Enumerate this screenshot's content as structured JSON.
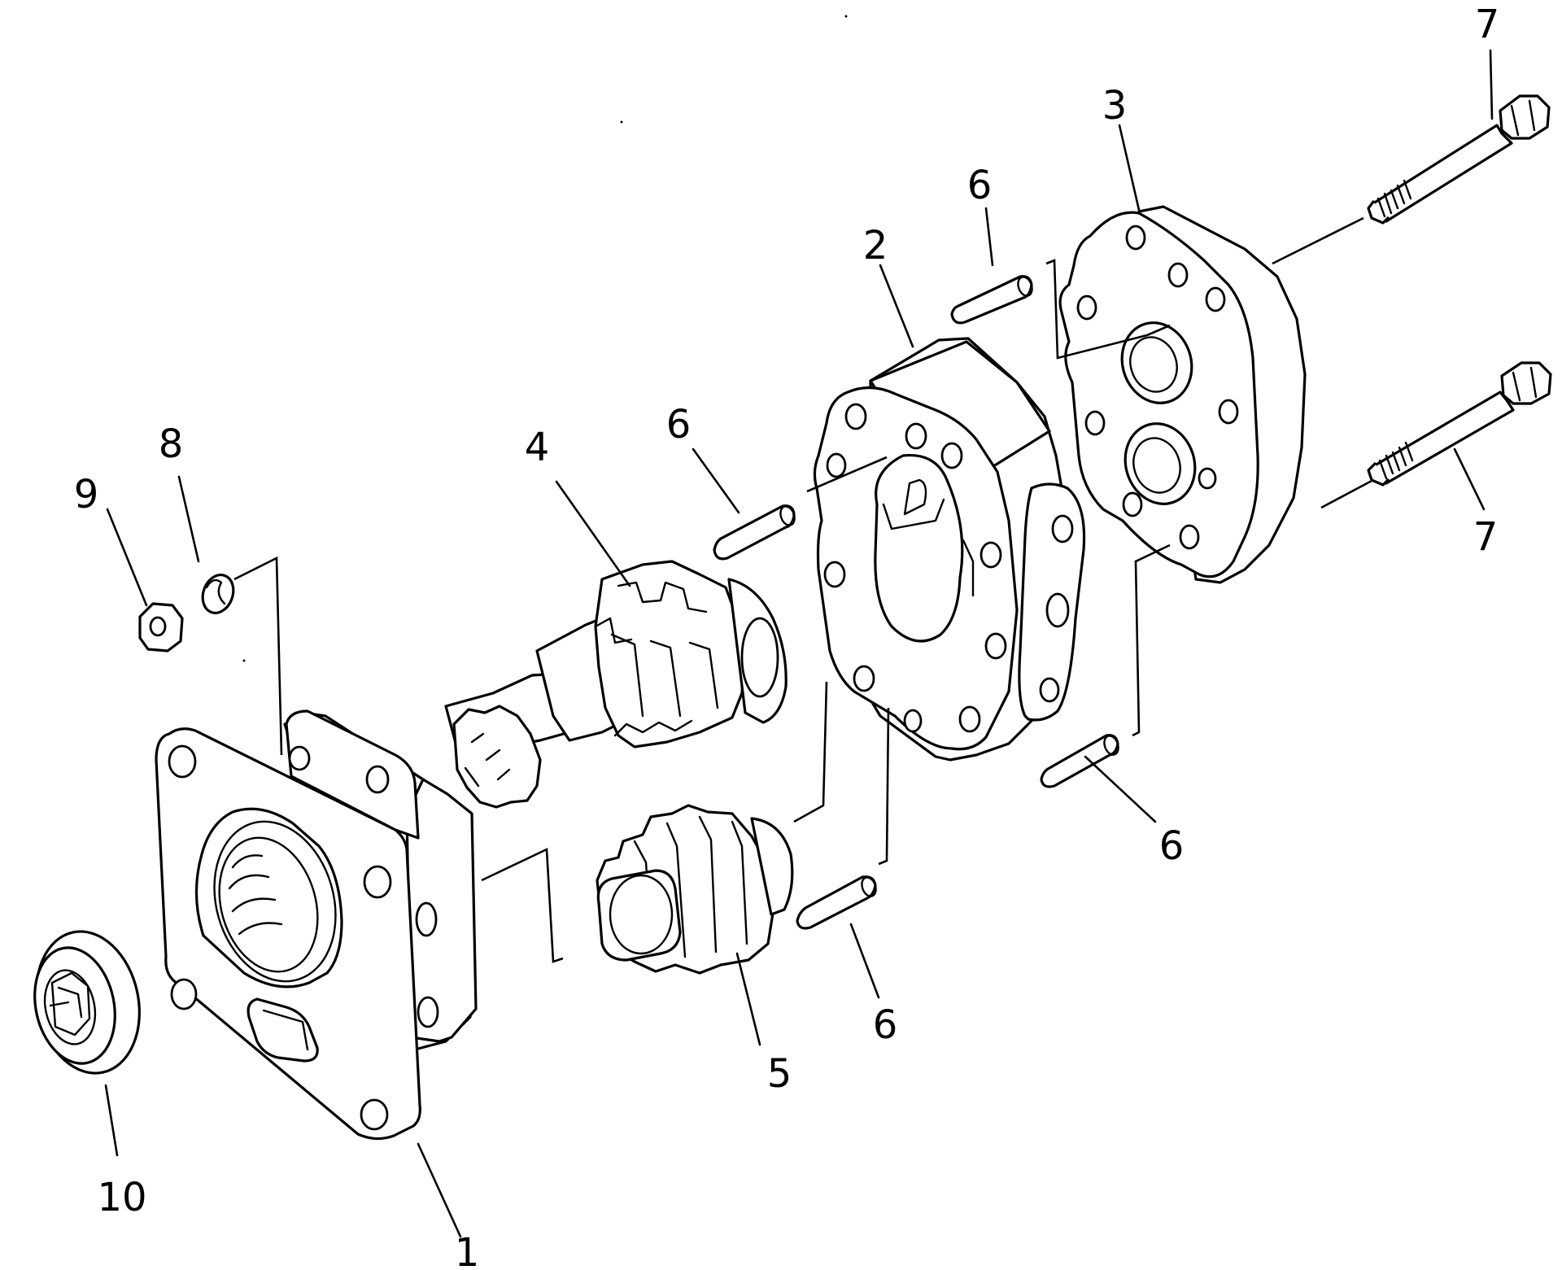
{
  "callouts": [
    {
      "id": "c1",
      "label": "1"
    },
    {
      "id": "c2",
      "label": "2"
    },
    {
      "id": "c3",
      "label": "3"
    },
    {
      "id": "c4",
      "label": "4"
    },
    {
      "id": "c5",
      "label": "5"
    },
    {
      "id": "c6a",
      "label": "6"
    },
    {
      "id": "c6b",
      "label": "6"
    },
    {
      "id": "c6c",
      "label": "6"
    },
    {
      "id": "c6d",
      "label": "6"
    },
    {
      "id": "c7a",
      "label": "7"
    },
    {
      "id": "c7b",
      "label": "7"
    },
    {
      "id": "c8",
      "label": "8"
    },
    {
      "id": "c9",
      "label": "9"
    },
    {
      "id": "c10",
      "label": "10"
    }
  ]
}
